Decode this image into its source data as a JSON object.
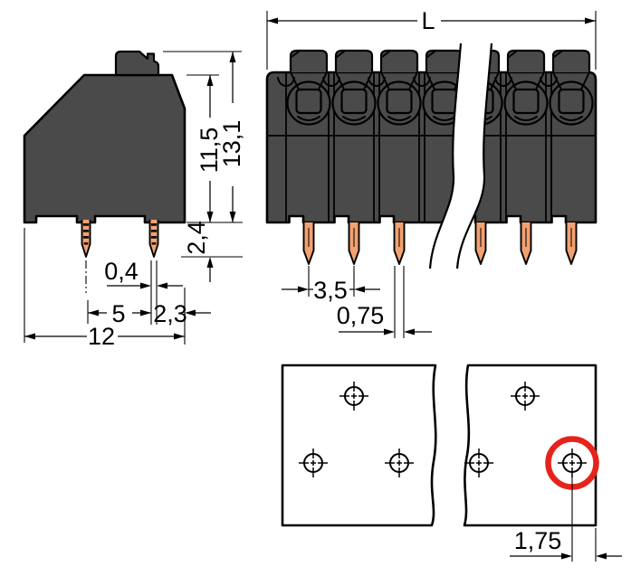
{
  "drawing": {
    "type": "terminal-block-dimension-drawing",
    "background": "#ffffff",
    "colors": {
      "housing": "#4a4a4a",
      "outline": "#000000",
      "pin_copper": "#f2a171",
      "highlight_circle": "#e5231b"
    },
    "side_view": {
      "name": "side-view",
      "dimensions": {
        "pin_thickness": "0,4",
        "pin_spacing": "5",
        "pin_to_edge": "2,3",
        "overall_depth": "12",
        "housing_height": "11,5",
        "overall_height": "13,1",
        "pin_length": "2,4"
      }
    },
    "front_view": {
      "name": "front-view",
      "dimensions": {
        "overall_length": "L",
        "pole_pitch": "3,5",
        "pin_width": "0,75"
      },
      "visible_poles": 7,
      "visible_pins": 6
    },
    "drilling_plan": {
      "name": "drilling-plan",
      "dimensions": {
        "hole_to_edge": "1,75"
      },
      "visible_holes": 6,
      "highlighted_hole": "bottom-right"
    }
  }
}
